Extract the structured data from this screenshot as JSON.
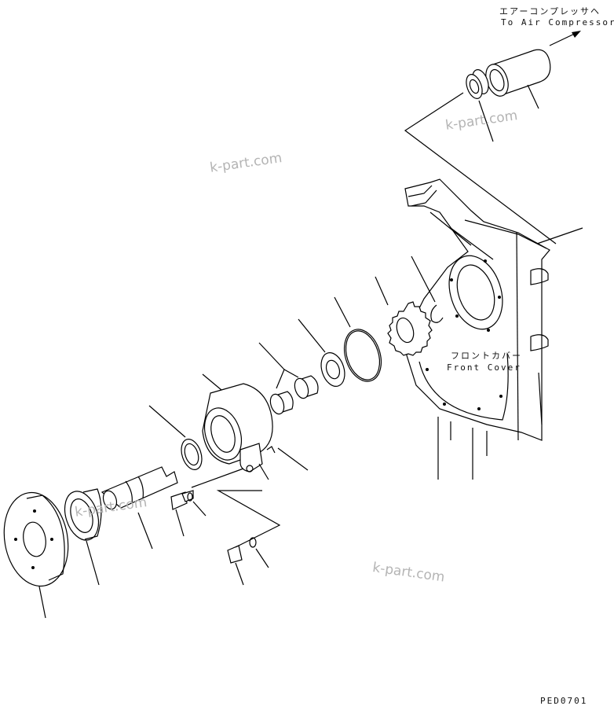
{
  "labels": {
    "air_compressor_jp": "エアーコンプレッサヘ",
    "air_compressor_en": "To Air Compressor",
    "front_cover_jp": "フロントカバー",
    "front_cover_en": "Front Cover",
    "figure_code": "PED0701"
  },
  "watermarks": [
    "k-part.com",
    "k-part.com",
    "k-part.com",
    "k-part.com"
  ],
  "colors": {
    "line": "#000000",
    "watermark": "#b4b4b4",
    "background": "#ffffff"
  },
  "icons": [
    "arrow-right-icon"
  ]
}
